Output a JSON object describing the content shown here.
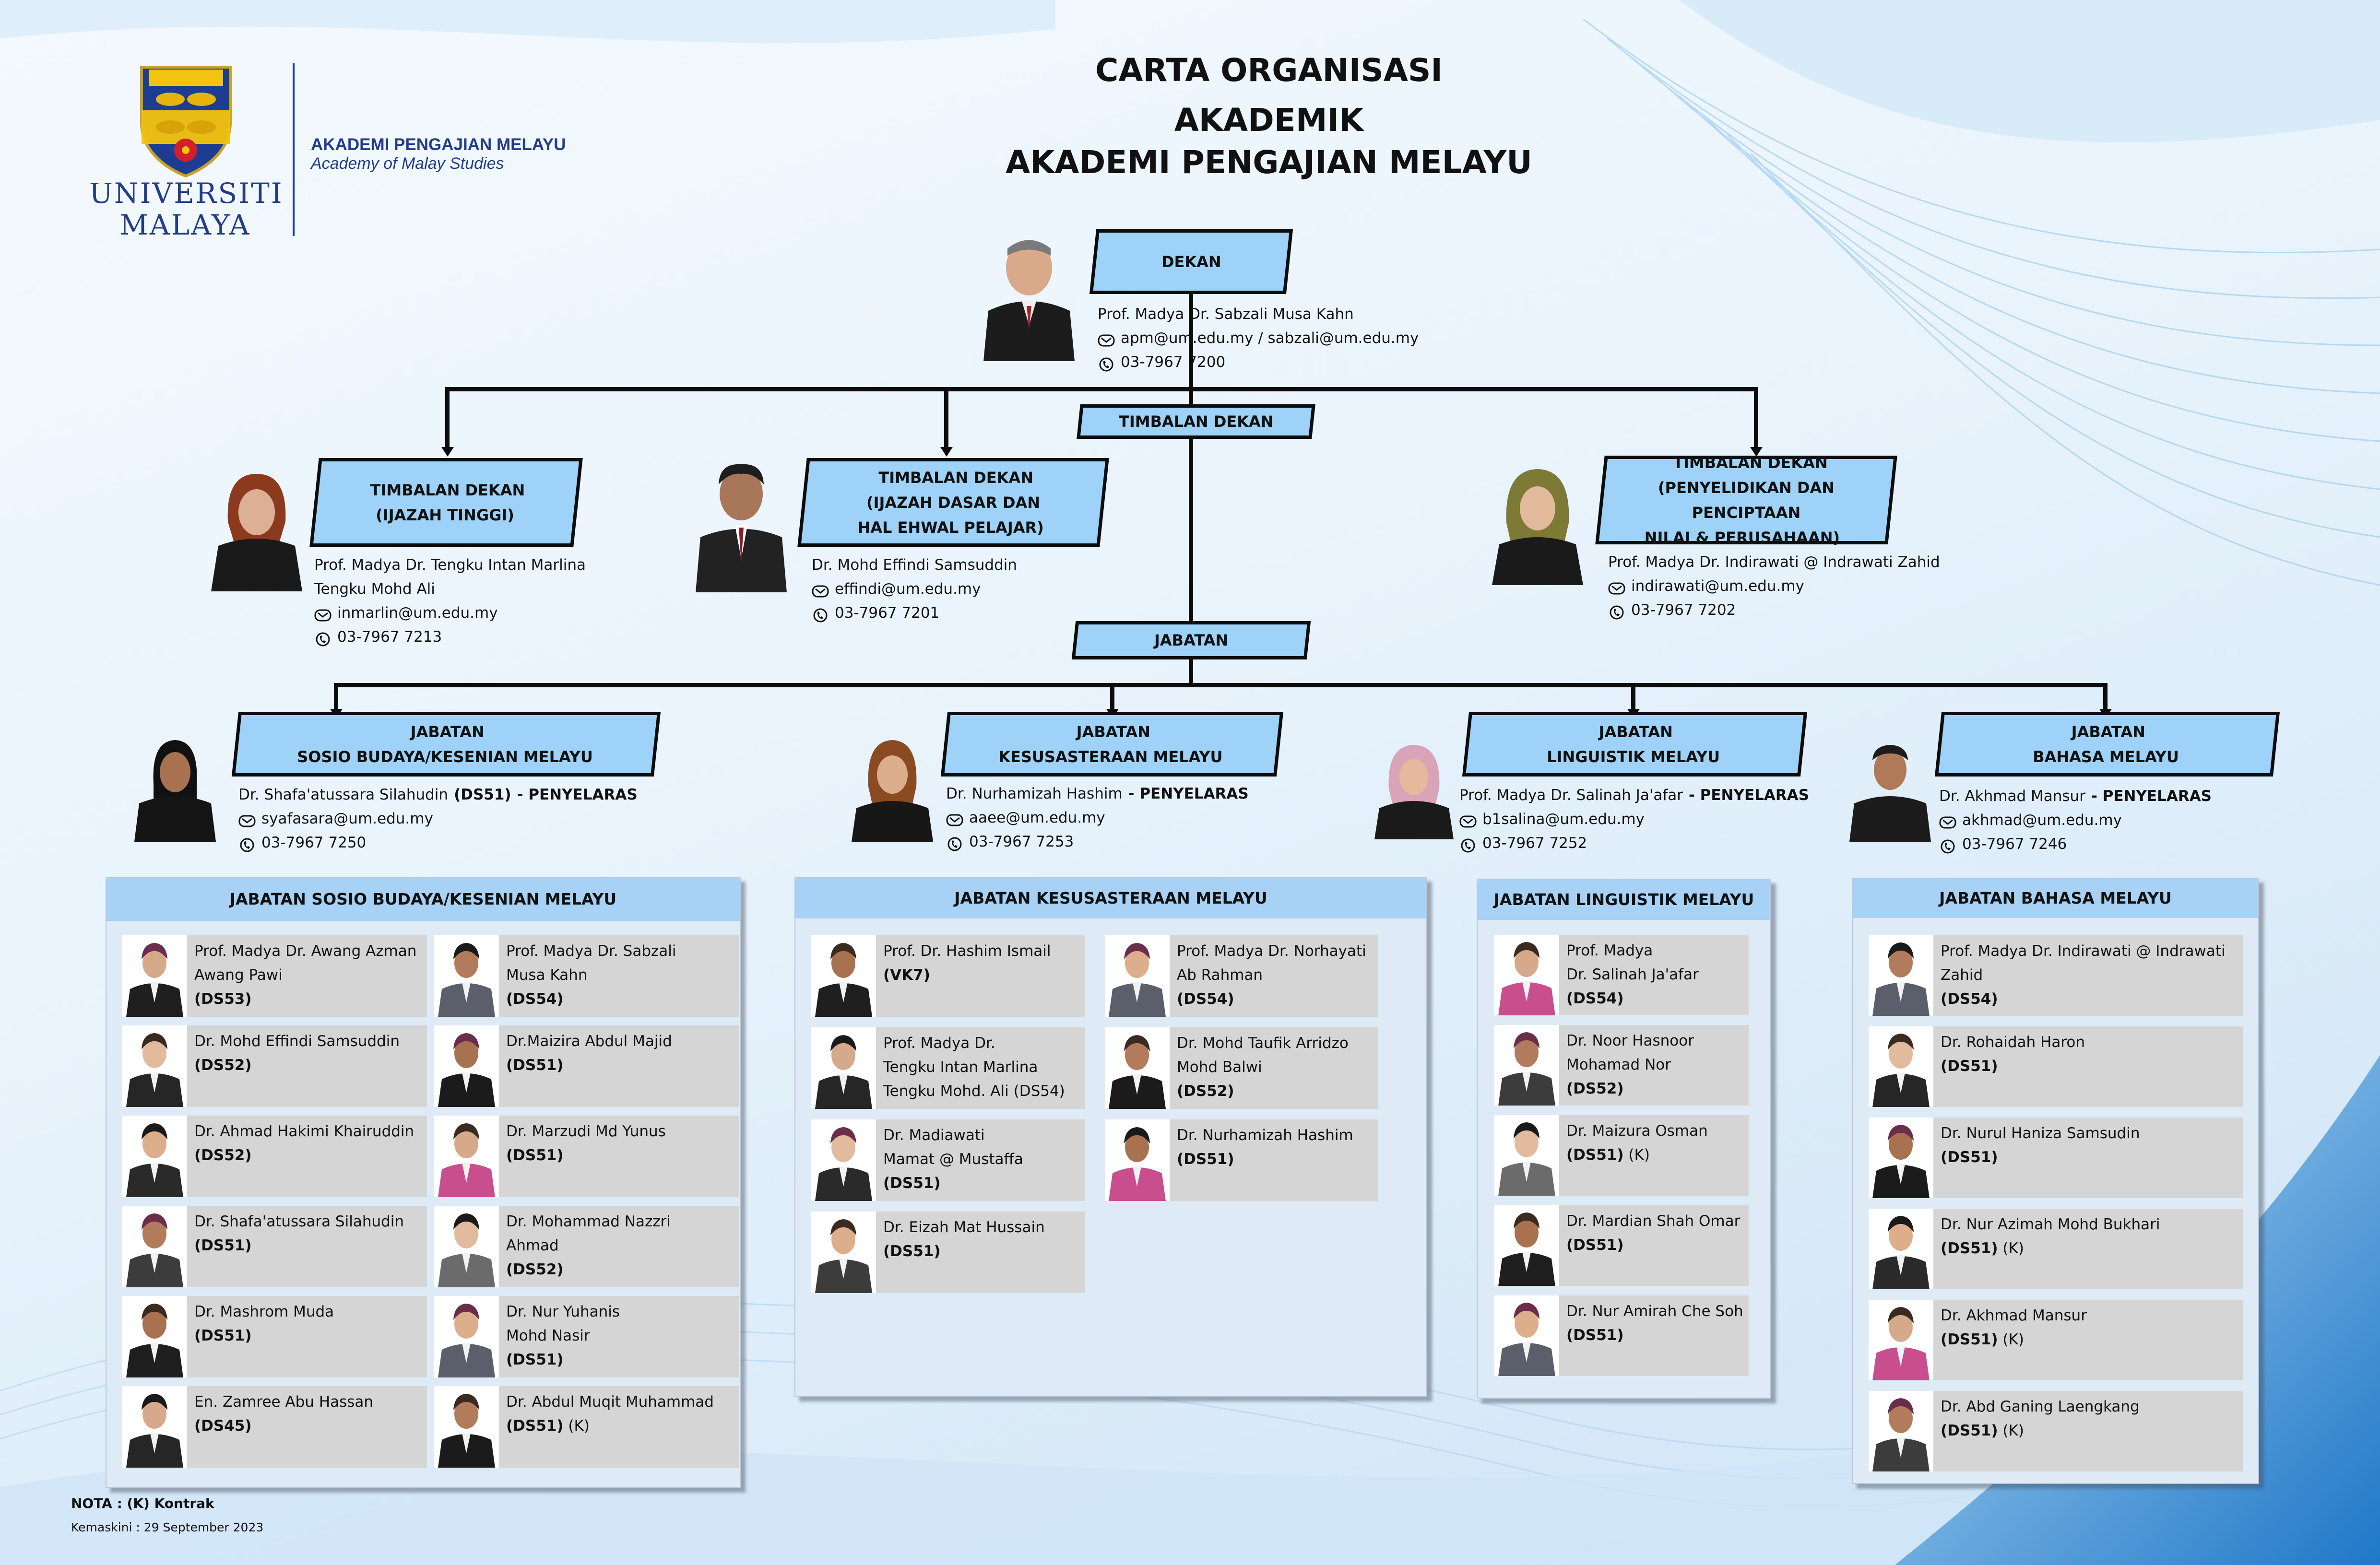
{
  "header": {
    "title_1": "CARTA ORGANISASI",
    "title_2": "AKADEMIK",
    "title_3": "AKADEMI PENGAJIAN MELAYU",
    "logo_top": "UNIVERSITI",
    "logo_bottom": "MALAYA",
    "academy_name_ms": "AKADEMI PENGAJIAN MELAYU",
    "academy_name_en": "Academy of Malay Studies"
  },
  "dekan": {
    "box": "DEKAN",
    "name": "Prof. Madya Dr. Sabzali Musa Kahn",
    "email": "apm@um.edu.my / sabzali@um.edu.my",
    "phone": "03-7967 7200"
  },
  "timbalan_dekan_label": "TIMBALAN DEKAN",
  "jabatan_label": "JABATAN",
  "deputies": [
    {
      "box_line1": "TIMBALAN DEKAN",
      "box_line2": "(IJAZAH TINGGI)",
      "box_line3": "",
      "name_line1": "Prof. Madya Dr. Tengku Intan Marlina",
      "name_line2": "Tengku Mohd Ali",
      "email": "inmarlin@um.edu.my",
      "phone": "03-7967 7213"
    },
    {
      "box_line1": "TIMBALAN DEKAN",
      "box_line2": "(IJAZAH DASAR DAN",
      "box_line3": "HAL EHWAL PELAJAR)",
      "name_line1": "Dr. Mohd Effindi Samsuddin",
      "name_line2": "",
      "email": "effindi@um.edu.my",
      "phone": "03-7967 7201"
    },
    {
      "box_line1": "TIMBALAN DEKAN",
      "box_line2": "(PENYELIDIKAN DAN PENCIPTAAN",
      "box_line3": "NILAI & PERUSAHAAN)",
      "name_line1": "Prof. Madya Dr. Indirawati @ Indrawati Zahid",
      "name_line2": "",
      "email": "indirawati@um.edu.my",
      "phone": "03-7967 7202"
    }
  ],
  "departments": [
    {
      "box_line1": "JABATAN",
      "box_line2": "SOSIO BUDAYA/KESENIAN MELAYU",
      "head_name": "Dr. Shafa'atussara Silahudin",
      "head_grade": "(DS51)",
      "head_role": " - PENYELARAS",
      "email": "syafasara@um.edu.my",
      "phone": "03-7967 7250"
    },
    {
      "box_line1": "JABATAN",
      "box_line2": "KESUSASTERAAN MELAYU",
      "head_name": "Dr. Nurhamizah Hashim",
      "head_grade": "",
      "head_role": " - PENYELARAS",
      "email": "aaee@um.edu.my",
      "phone": "03-7967 7253"
    },
    {
      "box_line1": "JABATAN",
      "box_line2": "LINGUISTIK MELAYU",
      "head_name": "Prof. Madya Dr. Salinah Ja'afar",
      "head_grade": "",
      "head_role": " - PENYELARAS",
      "email": "b1salina@um.edu.my",
      "phone": "03-7967 7252"
    },
    {
      "box_line1": "JABATAN",
      "box_line2": "BAHASA MELAYU",
      "head_name": "Dr. Akhmad Mansur",
      "head_grade": "",
      "head_role": " - PENYELARAS",
      "email": "akhmad@um.edu.my",
      "phone": "03-7967 7246"
    }
  ],
  "panels": {
    "sosio": {
      "title": "JABATAN SOSIO BUDAYA/KESENIAN MELAYU",
      "staff": [
        {
          "name": "Prof. Madya  Dr. Awang Azman\nAwang Pawi",
          "grade": "(DS53)",
          "k": ""
        },
        {
          "name": "Prof. Madya Dr. Sabzali\nMusa Kahn",
          "grade": "(DS54)",
          "k": ""
        },
        {
          "name": "Dr. Mohd Effindi Samsuddin",
          "grade": "(DS52)",
          "k": ""
        },
        {
          "name": "Dr.Maizira Abdul Majid",
          "grade": "(DS51)",
          "k": ""
        },
        {
          "name": "Dr. Ahmad Hakimi Khairuddin",
          "grade": "(DS52)",
          "k": ""
        },
        {
          "name": "Dr. Marzudi Md Yunus",
          "grade": "(DS51)",
          "k": ""
        },
        {
          "name": "Dr. Shafa'atussara Silahudin",
          "grade": "(DS51)",
          "k": ""
        },
        {
          "name": "Dr. Mohammad Nazzri\nAhmad",
          "grade": "(DS52)",
          "k": ""
        },
        {
          "name": "Dr. Mashrom Muda",
          "grade": "(DS51)",
          "k": ""
        },
        {
          "name": "Dr. Nur Yuhanis\nMohd Nasir",
          "grade": "(DS51)",
          "k": ""
        },
        {
          "name": "En. Zamree Abu Hassan",
          "grade": "(DS45)",
          "k": ""
        },
        {
          "name": "Dr. Abdul Muqit Muhammad",
          "grade": "(DS51)",
          "k": " (K)"
        }
      ]
    },
    "kesusasteraan": {
      "title": "JABATAN KESUSASTERAAN MELAYU",
      "staff": [
        {
          "name": "Prof. Dr.  Hashim Ismail",
          "grade": "(VK7)",
          "k": ""
        },
        {
          "name": "Prof. Madya Dr. Norhayati\nAb Rahman",
          "grade": "(DS54)",
          "k": ""
        },
        {
          "name": "Prof. Madya Dr.\nTengku Intan Marlina\nTengku Mohd. Ali (DS54)",
          "grade": "",
          "k": ""
        },
        {
          "name": "Dr. Mohd Taufik Arridzo\nMohd Balwi",
          "grade": "(DS52)",
          "k": ""
        },
        {
          "name": "Dr. Madiawati\nMamat @ Mustaffa",
          "grade": "(DS51)",
          "k": ""
        },
        {
          "name": "Dr. Nurhamizah Hashim",
          "grade": "(DS51)",
          "k": ""
        },
        {
          "name": "Dr. Eizah Mat Hussain",
          "grade": "(DS51)",
          "k": ""
        }
      ]
    },
    "linguistik": {
      "title": "JABATAN LINGUISTIK MELAYU",
      "staff": [
        {
          "name": "Prof. Madya\nDr. Salinah Ja'afar",
          "grade": "(DS54)",
          "k": ""
        },
        {
          "name": "Dr. Noor Hasnoor\nMohamad Nor",
          "grade": "(DS52)",
          "k": ""
        },
        {
          "name": "Dr. Maizura Osman",
          "grade": "(DS51)",
          "k": " (K)"
        },
        {
          "name": "Dr. Mardian Shah Omar",
          "grade": "(DS51)",
          "k": ""
        },
        {
          "name": "Dr. Nur Amirah Che Soh",
          "grade": "(DS51)",
          "k": ""
        }
      ]
    },
    "bahasa": {
      "title": "JABATAN BAHASA MELAYU",
      "staff": [
        {
          "name": "Prof. Madya Dr. Indirawati @ Indrawati\nZahid",
          "grade": "(DS54)",
          "k": ""
        },
        {
          "name": "Dr. Rohaidah Haron",
          "grade": "(DS51)",
          "k": ""
        },
        {
          "name": "Dr. Nurul Haniza Samsudin",
          "grade": "(DS51)",
          "k": ""
        },
        {
          "name": "Dr. Nur Azimah Mohd Bukhari",
          "grade": "(DS51)",
          "k": "  (K)"
        },
        {
          "name": "Dr. Akhmad Mansur",
          "grade": "(DS51)",
          "k": "  (K)"
        },
        {
          "name": "Dr. Abd Ganing Laengkang",
          "grade": "(DS51)",
          "k": " (K)"
        }
      ]
    }
  },
  "footer": {
    "note": "NOTA : (K) Kontrak",
    "updated": "Kemaskini : 29 September 2023"
  },
  "colors": {
    "box_fill": "#9fd2f8",
    "panel_fill": "#deebf7",
    "card_fill": "#d5d5d5",
    "brand_blue": "#223c87"
  }
}
